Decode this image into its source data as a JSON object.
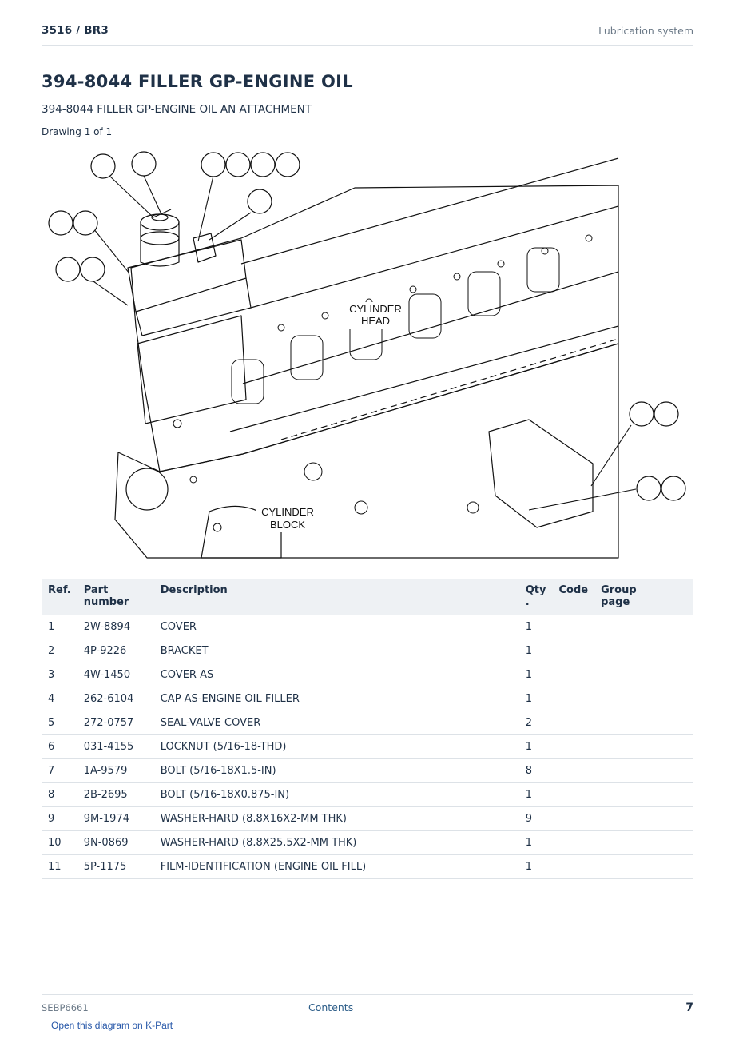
{
  "header": {
    "model": "3516  /  BR3",
    "section": "Lubrication system"
  },
  "title": "394-8044 FILLER GP-ENGINE OIL",
  "subtitle": "394-8044 FILLER GP-ENGINE OIL AN ATTACHMENT",
  "drawing_label": "Drawing 1 of 1",
  "diagram": {
    "label_head_1": "CYLINDER",
    "label_head_2": "HEAD",
    "label_block_1": "CYLINDER",
    "label_block_2": "BLOCK"
  },
  "table": {
    "headers": {
      "ref": "Ref.",
      "part": "Part number",
      "desc": "Description",
      "qty_1": "Qty",
      "qty_2": ".",
      "code": "Code",
      "group_1": "Group",
      "group_2": "page"
    },
    "rows": [
      {
        "ref": "1",
        "part": "2W-8894",
        "desc": "COVER",
        "qty": "1",
        "code": "",
        "group": ""
      },
      {
        "ref": "2",
        "part": "4P-9226",
        "desc": "BRACKET",
        "qty": "1",
        "code": "",
        "group": ""
      },
      {
        "ref": "3",
        "part": "4W-1450",
        "desc": "COVER AS",
        "qty": "1",
        "code": "",
        "group": ""
      },
      {
        "ref": "4",
        "part": "262-6104",
        "desc": "CAP AS-ENGINE OIL FILLER",
        "qty": "1",
        "code": "",
        "group": ""
      },
      {
        "ref": "5",
        "part": "272-0757",
        "desc": "SEAL-VALVE COVER",
        "qty": "2",
        "code": "",
        "group": ""
      },
      {
        "ref": "6",
        "part": "031-4155",
        "desc": "LOCKNUT (5/16-18-THD)",
        "qty": "1",
        "code": "",
        "group": ""
      },
      {
        "ref": "7",
        "part": "1A-9579",
        "desc": "BOLT (5/16-18X1.5-IN)",
        "qty": "8",
        "code": "",
        "group": ""
      },
      {
        "ref": "8",
        "part": "2B-2695",
        "desc": "BOLT (5/16-18X0.875-IN)",
        "qty": "1",
        "code": "",
        "group": ""
      },
      {
        "ref": "9",
        "part": "9M-1974",
        "desc": "WASHER-HARD (8.8X16X2-MM THK)",
        "qty": "9",
        "code": "",
        "group": ""
      },
      {
        "ref": "10",
        "part": "9N-0869",
        "desc": "WASHER-HARD (8.8X25.5X2-MM THK)",
        "qty": "1",
        "code": "",
        "group": ""
      },
      {
        "ref": "11",
        "part": "5P-1175",
        "desc": "FILM-IDENTIFICATION (ENGINE OIL FILL)",
        "qty": "1",
        "code": "",
        "group": ""
      }
    ]
  },
  "footer": {
    "doc_id": "SEBP6661",
    "contents": "Contents",
    "page": "7"
  },
  "kpart_link": "Open this diagram on K-Part",
  "colors": {
    "text": "#1f3147",
    "muted": "#6c7a88",
    "header_bg": "#eef1f4",
    "link": "#2556a8",
    "rule": "#dde2e7"
  }
}
